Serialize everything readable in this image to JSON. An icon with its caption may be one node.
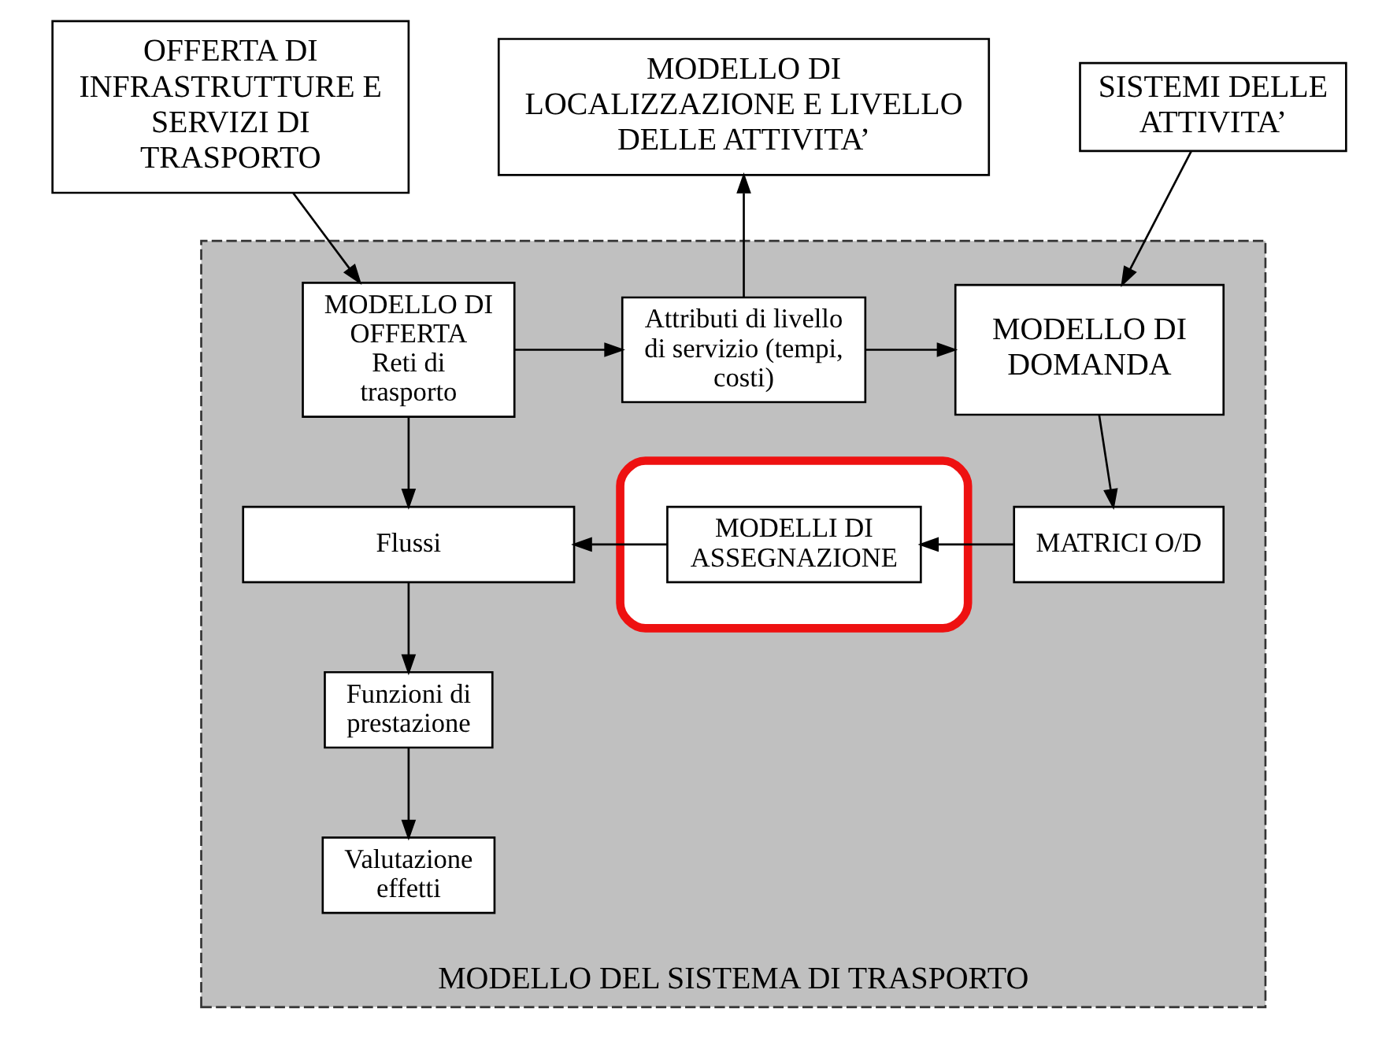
{
  "diagram": {
    "nodes": [
      {
        "text": [
          "OFFERTA DI INFRASTRUTTURE E SERVIZI DI TRASPORTO"
        ]
      },
      {
        "text": [
          "MODELLO DI LOCALIZZAZIONE E LIVELLO DELLE ATTIVITA’"
        ]
      },
      {
        "text": [
          "SISTEMI DELLE ATTIVITA’"
        ]
      },
      {
        "text": [
          "MODELLO DEL SISTEMA DI TRASPORTO"
        ]
      },
      {
        "text": [
          "MODELLO DI OFFERTA",
          "Reti di trasporto"
        ],
        "in": 3
      },
      {
        "text": [
          "Attributi di livello di servizio (tempi, costi)"
        ],
        "in": 3
      },
      {
        "text": [
          "MODELLO DI DOMANDA"
        ],
        "in": 3
      },
      {
        "text": [
          "Flussi"
        ],
        "in": 3
      },
      {
        "text": [],
        "shape": "ellipse",
        "in": 3
      },
      {
        "text": [
          "MODELLI DI ASSEGNAZIONE"
        ],
        "in": 8
      },
      {
        "text": [
          "MATRICI O/D"
        ],
        "in": 3
      },
      {
        "text": [
          "Funzioni di prestazione"
        ],
        "in": 3
      },
      {
        "text": [
          "Valutazione effetti"
        ],
        "in": 3
      }
    ],
    "edges": [
      {
        "from": 0,
        "to": 4,
        "arrow": "to"
      },
      {
        "from": 5,
        "to": 1,
        "arrow": "to"
      },
      {
        "from": 2,
        "to": 6,
        "arrow": "to"
      },
      {
        "from": 4,
        "to": 5,
        "arrow": "to"
      },
      {
        "from": 5,
        "to": 6,
        "arrow": "to"
      },
      {
        "from": 6,
        "to": 10,
        "arrow": "to"
      },
      {
        "from": 10,
        "to": 9,
        "arrow": "to"
      },
      {
        "from": 9,
        "to": 7,
        "arrow": "to"
      },
      {
        "from": 4,
        "to": 7,
        "arrow": "to"
      },
      {
        "from": 7,
        "to": 11,
        "arrow": "to"
      },
      {
        "from": 11,
        "to": 12,
        "arrow": "to"
      }
    ]
  }
}
